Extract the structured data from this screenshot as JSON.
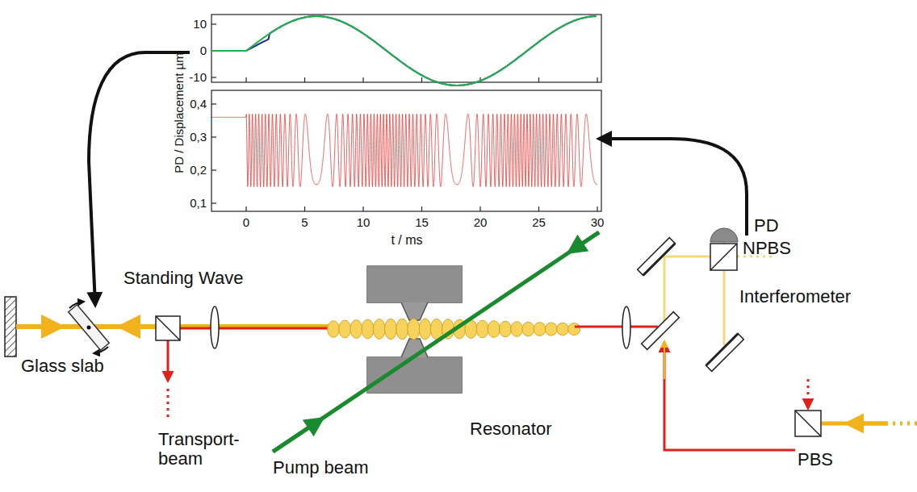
{
  "diagram": {
    "labels": [
      "10",
      "0",
      "-10",
      "0,4",
      "0,3",
      "0,2",
      "0,1",
      "0",
      "5",
      "10",
      "15",
      "20",
      "25",
      "30",
      "PD / Displacement µm",
      "t / ms",
      "Standing Wave",
      "Glass slab",
      "Transport- beam",
      "Pump beam",
      "Resonator",
      "PD",
      "NPBS",
      "Interferometer",
      "PBS"
    ]
  }
}
